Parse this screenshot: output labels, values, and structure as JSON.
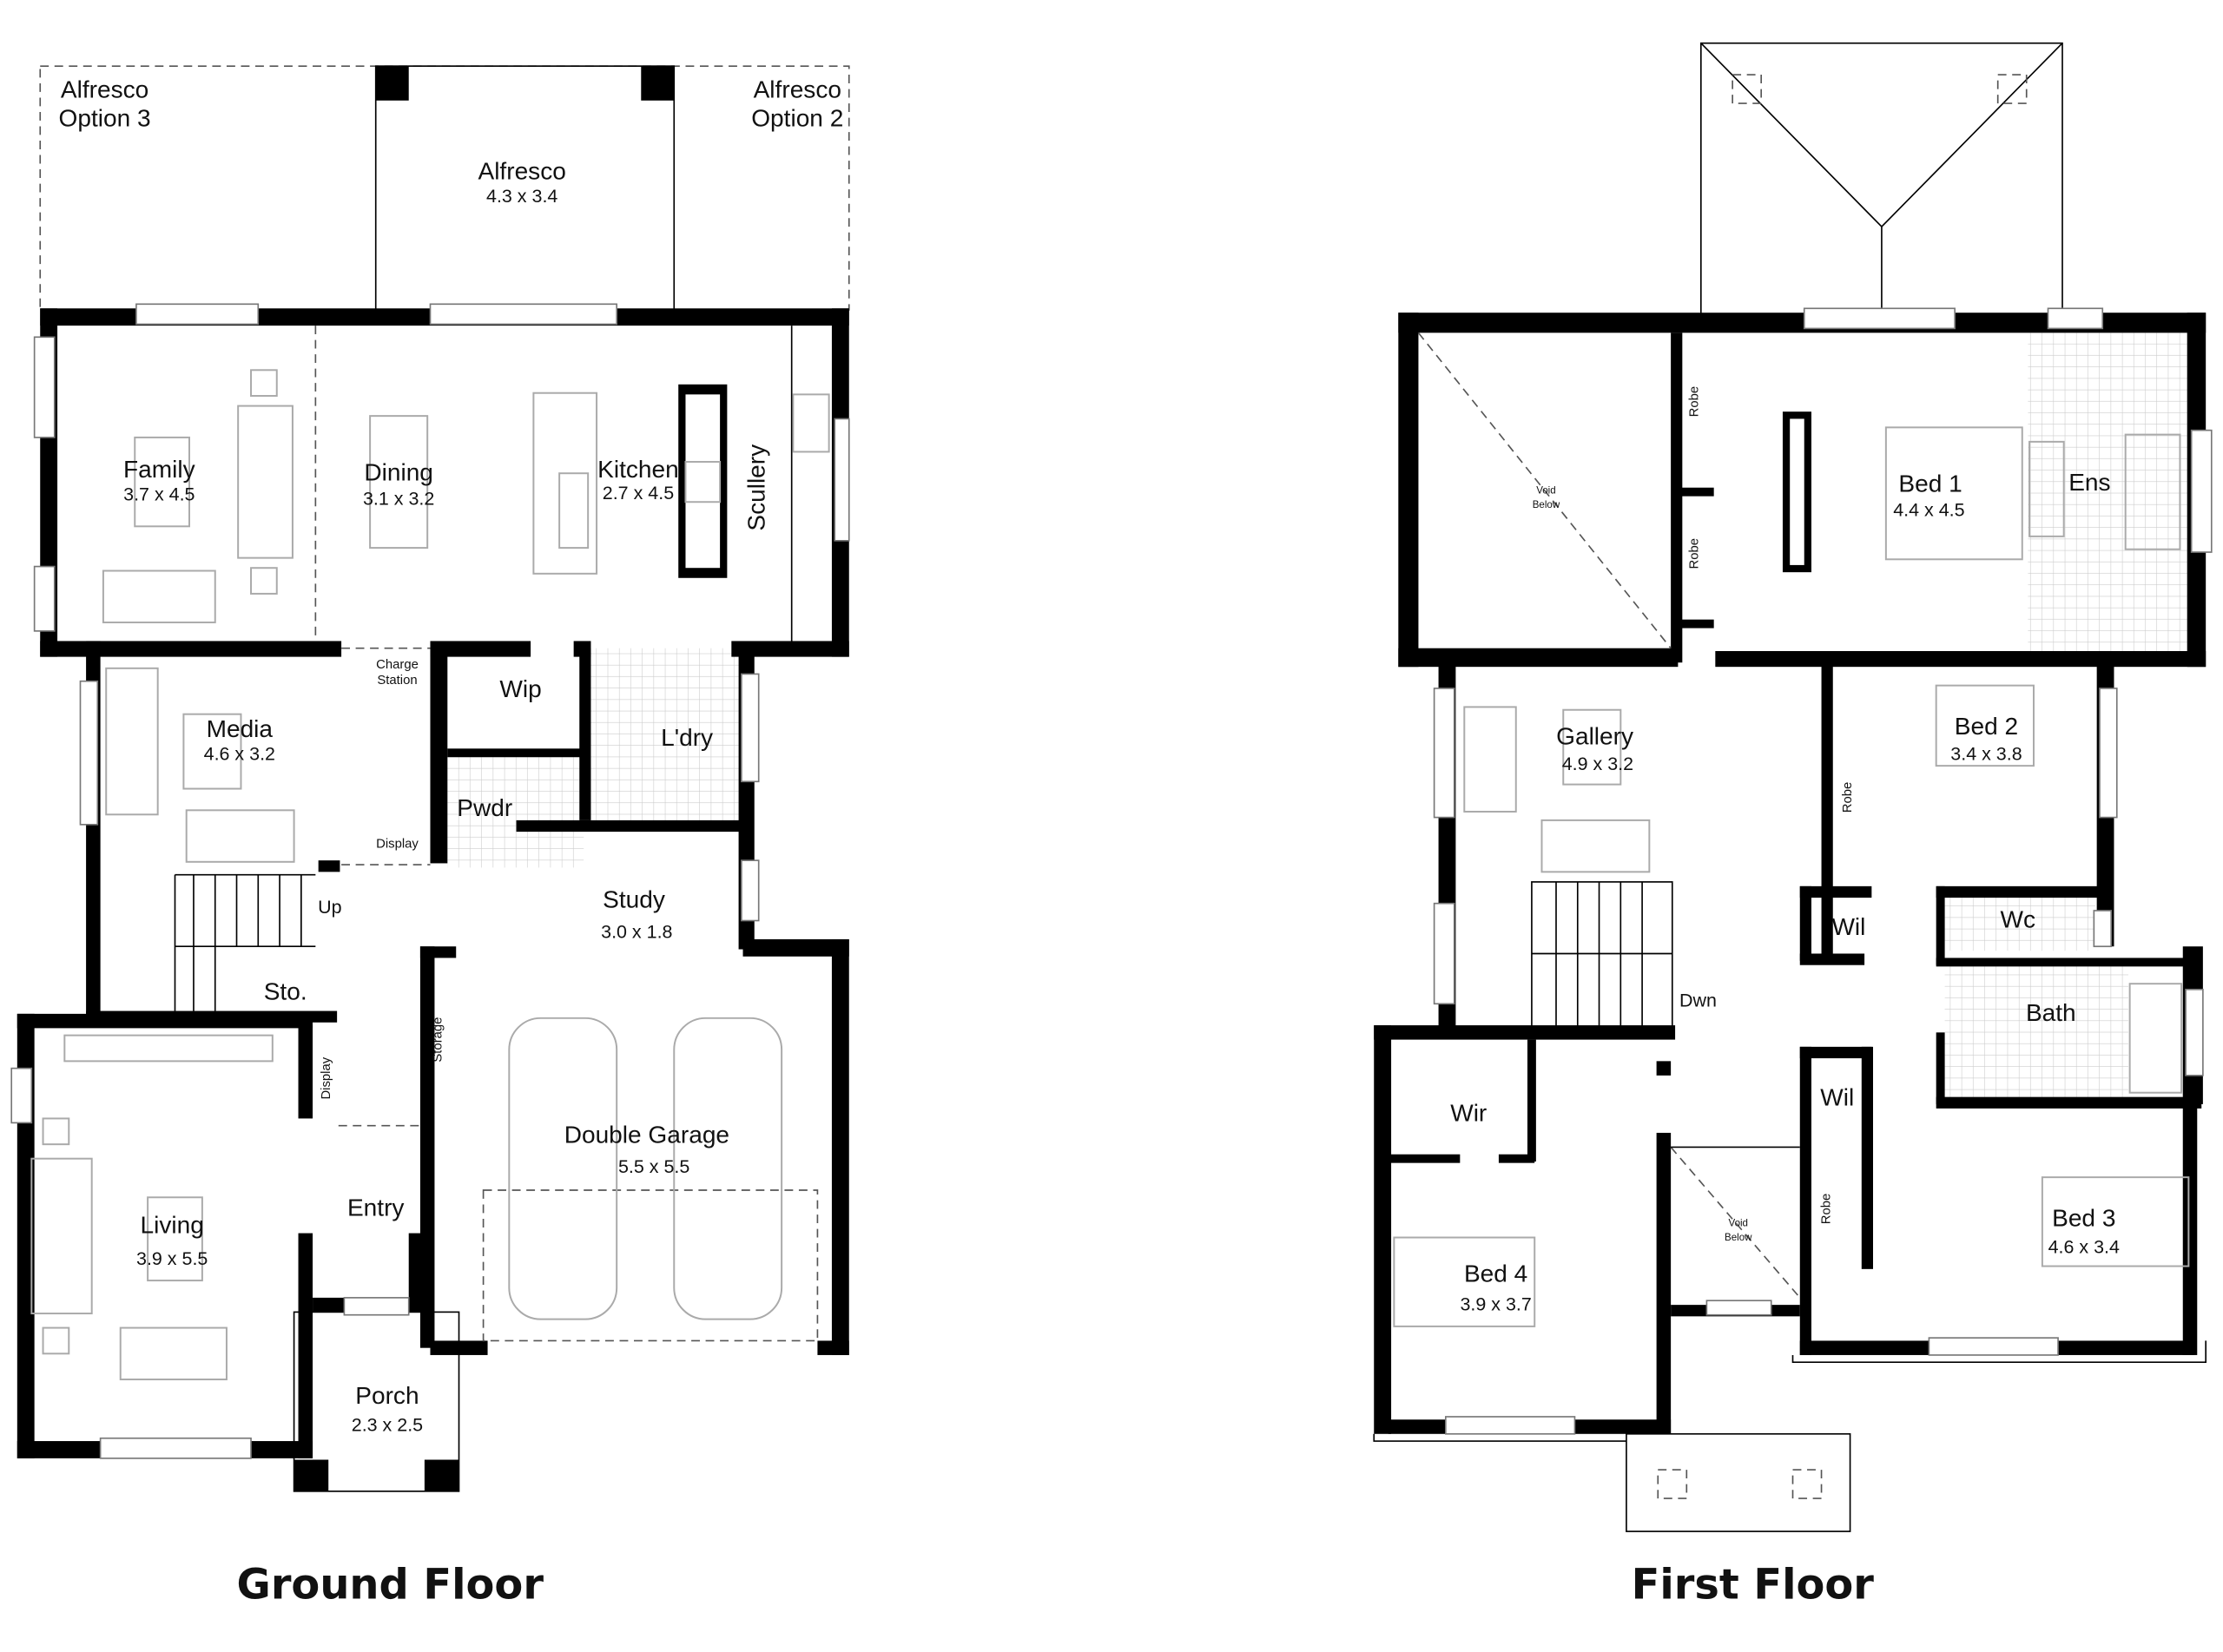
{
  "ground_floor": {
    "title": "Ground Floor",
    "rooms": {
      "alfresco_opt3": {
        "name": "Alfresco",
        "line2": "Option 3"
      },
      "alfresco_opt2": {
        "name": "Alfresco",
        "line2": "Option 2"
      },
      "alfresco": {
        "name": "Alfresco",
        "size": "4.3 x 3.4"
      },
      "family": {
        "name": "Family",
        "size": "3.7 x 4.5"
      },
      "dining": {
        "name": "Dining",
        "size": "3.1 x 3.2"
      },
      "kitchen": {
        "name": "Kitchen",
        "size": "2.7 x 4.5"
      },
      "scullery": {
        "name": "Scullery"
      },
      "media": {
        "name": "Media",
        "size": "4.6 x 3.2"
      },
      "wip": {
        "name": "Wip"
      },
      "laundry": {
        "name": "L'dry"
      },
      "powder": {
        "name": "Pwdr"
      },
      "study": {
        "name": "Study",
        "size": "3.0 x 1.8"
      },
      "store": {
        "name": "Sto."
      },
      "double_garage": {
        "name": "Double Garage",
        "size": "5.5 x 5.5"
      },
      "living": {
        "name": "Living",
        "size": "3.9 x 5.5"
      },
      "entry": {
        "name": "Entry"
      },
      "porch": {
        "name": "Porch",
        "size": "2.3 x 2.5"
      }
    },
    "annotations": {
      "charge_station_1": "Charge",
      "charge_station_2": "Station",
      "display_media": "Display",
      "display_entry": "Display",
      "storage": "Storage",
      "stairs_up": "Up"
    }
  },
  "first_floor": {
    "title": "First Floor",
    "rooms": {
      "bed1": {
        "name": "Bed 1",
        "size": "4.4 x 4.5"
      },
      "ensuite": {
        "name": "Ens"
      },
      "gallery": {
        "name": "Gallery",
        "size": "4.9 x 3.2"
      },
      "bed2": {
        "name": "Bed 2",
        "size": "3.4 x 3.8"
      },
      "wil_1": {
        "name": "Wil"
      },
      "wc": {
        "name": "Wc"
      },
      "bath": {
        "name": "Bath"
      },
      "wil_2": {
        "name": "Wil"
      },
      "wir": {
        "name": "Wir"
      },
      "bed3": {
        "name": "Bed 3",
        "size": "4.6 x 3.4"
      },
      "bed4": {
        "name": "Bed 4",
        "size": "3.9 x 3.7"
      }
    },
    "annotations": {
      "robe": "Robe",
      "void_1": "Void",
      "void_2": "Below",
      "stairs_down": "Dwn"
    }
  }
}
